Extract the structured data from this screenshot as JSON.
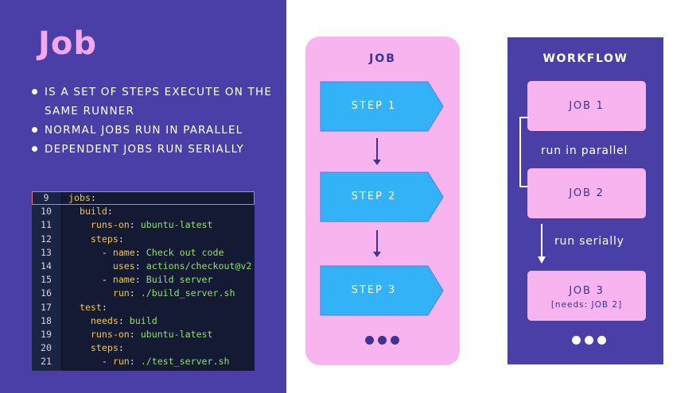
{
  "left": {
    "title": "Job",
    "bullets": [
      "IS A SET OF STEPS EXECUTE ON THE SAME RUNNER",
      "NORMAL JOBS RUN IN PARALLEL",
      "DEPENDENT JOBS RUN SERIALLY"
    ]
  },
  "code": {
    "highlighted_line": 9,
    "lines": [
      {
        "n": "9",
        "key": "jobs",
        "sep": ":",
        "val": "",
        "prefix": ""
      },
      {
        "n": "10",
        "key": "build",
        "sep": ":",
        "val": "",
        "prefix": "  "
      },
      {
        "n": "11",
        "key": "runs-on",
        "sep": ": ",
        "val": "ubuntu-latest",
        "prefix": "    "
      },
      {
        "n": "12",
        "key": "steps",
        "sep": ":",
        "val": "",
        "prefix": "    "
      },
      {
        "n": "13",
        "key": "name",
        "sep": ": ",
        "val": "Check out code",
        "prefix": "      - "
      },
      {
        "n": "14",
        "key": "uses",
        "sep": ": ",
        "val": "actions/checkout@v2",
        "prefix": "        "
      },
      {
        "n": "15",
        "key": "name",
        "sep": ": ",
        "val": "Build server",
        "prefix": "      - "
      },
      {
        "n": "16",
        "key": "run",
        "sep": ": ",
        "val": "./build_server.sh",
        "prefix": "        "
      },
      {
        "n": "17",
        "key": "test",
        "sep": ":",
        "val": "",
        "prefix": "  "
      },
      {
        "n": "18",
        "key": "needs",
        "sep": ": ",
        "val": "build",
        "prefix": "    "
      },
      {
        "n": "19",
        "key": "runs-on",
        "sep": ": ",
        "val": "ubuntu-latest",
        "prefix": "    "
      },
      {
        "n": "20",
        "key": "steps",
        "sep": ":",
        "val": "",
        "prefix": "    "
      },
      {
        "n": "21",
        "key": "run",
        "sep": ": ",
        "val": "./test_server.sh",
        "prefix": "      - "
      }
    ]
  },
  "job_panel": {
    "title": "JOB",
    "steps": [
      "STEP 1",
      "STEP 2",
      "STEP 3"
    ]
  },
  "workflow_panel": {
    "title": "WORKFLOW",
    "job1": "JOB 1",
    "parallel_label": "run in parallel",
    "job2": "JOB 2",
    "serial_label": "run serially",
    "job3": "JOB 3",
    "job3_needs": "[needs: JOB 2]"
  },
  "colors": {
    "purple": "#4a3fa6",
    "pink": "#f8b4ee",
    "blue": "#33b2f7",
    "navy": "#3d3494"
  }
}
